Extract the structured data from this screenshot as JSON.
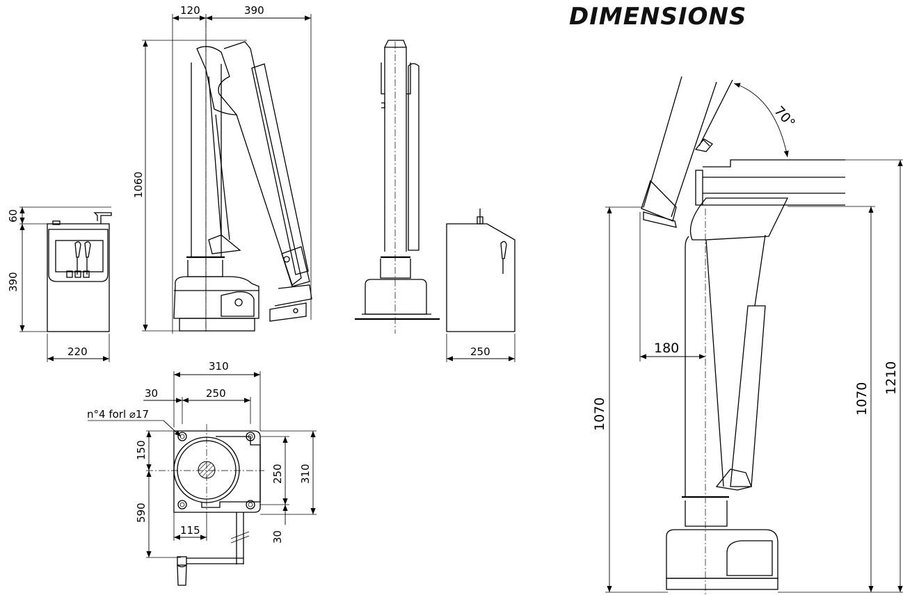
{
  "title": "DIMENSIONS",
  "side_view": {
    "d_top_left": "120",
    "d_top_right": "390",
    "d_height": "1060"
  },
  "control_box_front": {
    "d_top": "60",
    "d_height": "390",
    "d_width": "220"
  },
  "front_view": {
    "d_width": "250"
  },
  "base_plan": {
    "d_width": "310",
    "d_offset": "30",
    "d_holes_spacing": "250",
    "holes_note": "n°4 forl ⌀17",
    "d_150": "150",
    "d_590": "590",
    "d_115": "115",
    "d_right_250": "250",
    "d_right_310": "310",
    "d_bottom_30": "30"
  },
  "extended_view": {
    "angle": "70°",
    "d_reach": "180",
    "d_left_height": "1070",
    "d_inner_height": "1070",
    "d_overall_height": "1210"
  }
}
